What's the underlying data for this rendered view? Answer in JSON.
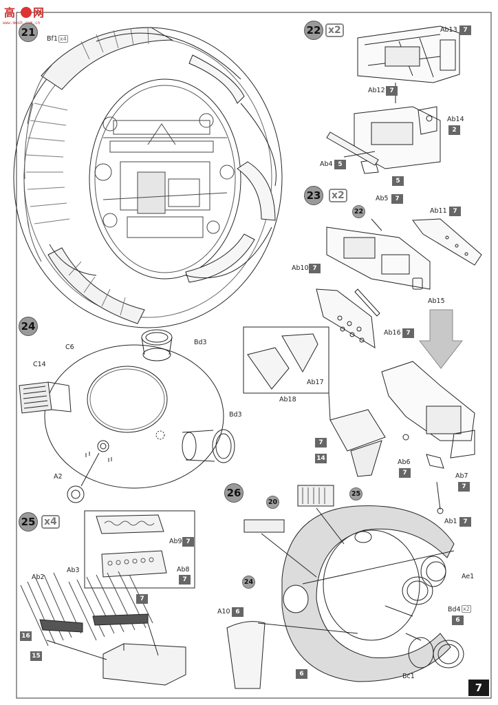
{
  "page": {
    "number": "7"
  },
  "watermark": {
    "text": "高手网",
    "sub": "www.mosh.com.cn"
  },
  "steps": {
    "s21": {
      "number": "21",
      "parts": {
        "bf1": "Bf1",
        "bf1_count": "x4"
      }
    },
    "s22": {
      "number": "22",
      "multiplier": "x2",
      "parts": {
        "ab13": "Ab13",
        "ab13_tag": "7",
        "ab12": "Ab12",
        "ab12_tag": "7",
        "ab14": "Ab14",
        "ab14_tag": "2",
        "ab4": "Ab4",
        "ab4_tag": "5",
        "extra_tag": "5"
      }
    },
    "s23": {
      "number": "23",
      "multiplier": "x2",
      "ref": "22",
      "parts": {
        "ab5": "Ab5",
        "ab5_tag": "7",
        "ab11": "Ab11",
        "ab11_tag": "7",
        "ab10": "Ab10",
        "ab10_tag": "7",
        "ab15": "Ab15",
        "ab16": "Ab16",
        "ab16_tag": "7",
        "ab17": "Ab17",
        "ab18": "Ab18",
        "tag7": "7",
        "tag14": "14",
        "ab6": "Ab6",
        "ab6_tag": "7",
        "ab7": "Ab7",
        "ab7_tag": "7",
        "ab1": "Ab1",
        "ab1_tag": "7"
      }
    },
    "s24": {
      "number": "24",
      "parts": {
        "c6": "C6",
        "c14": "C14",
        "bd3a": "Bd3",
        "bd3b": "Bd3",
        "a2": "A2"
      }
    },
    "s25": {
      "number": "25",
      "multiplier": "x4",
      "parts": {
        "ab2": "Ab2",
        "ab3": "Ab3",
        "tag7": "7",
        "tag16": "16",
        "tag15": "15",
        "ab9": "Ab9",
        "ab9_tag": "7",
        "ab8": "Ab8",
        "ab8_tag": "7"
      }
    },
    "s26": {
      "number": "26",
      "refs": {
        "r20": "20",
        "r25": "25",
        "r24": "24"
      },
      "parts": {
        "a10": "A10",
        "a10_tag": "6",
        "tag6": "6",
        "ae1": "Ae1",
        "bd4": "Bd4",
        "bd4_count": "x2",
        "bd4_tag": "6",
        "bc1": "Bc1"
      }
    }
  },
  "colors": {
    "tag_fill": "#666666",
    "step_fill": "#9a9a9a",
    "arrow_fill": "#c8c8c8"
  }
}
